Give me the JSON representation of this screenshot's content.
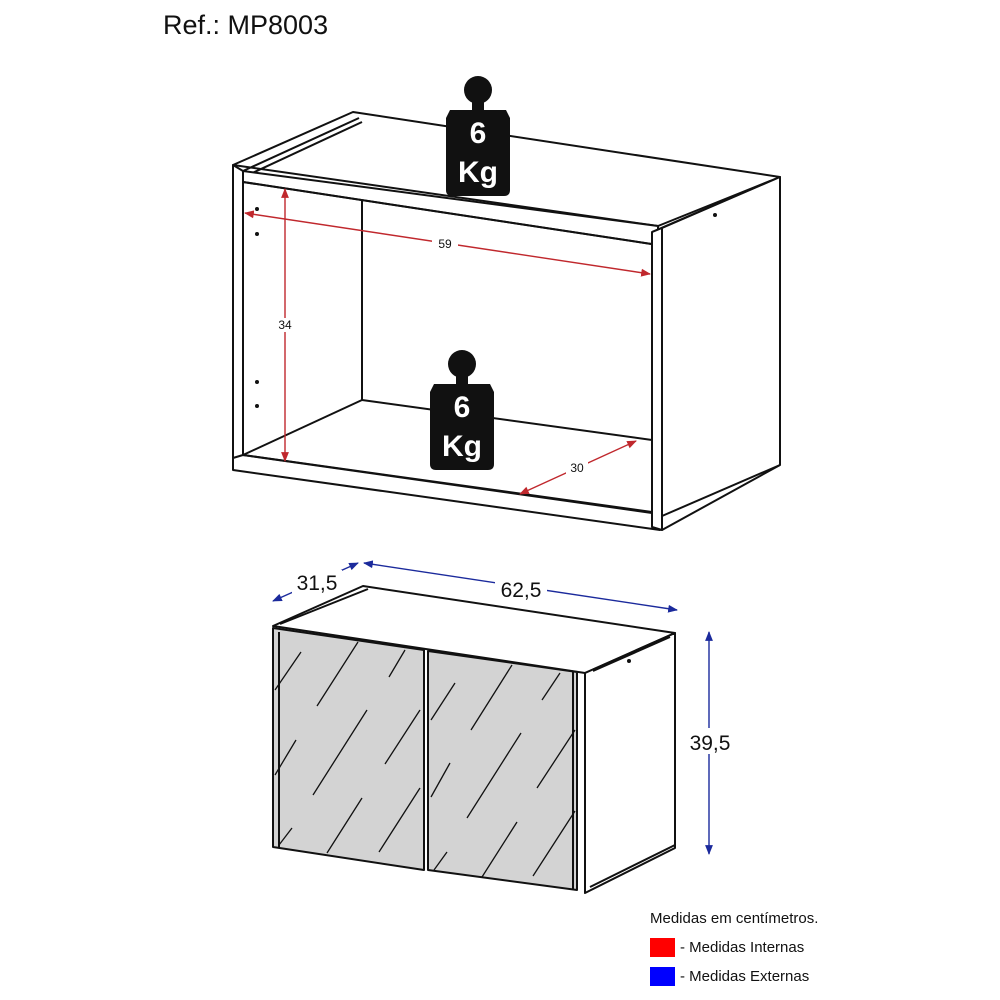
{
  "header": {
    "reference": "Ref.: MP8003"
  },
  "top_view": {
    "description": "Open cabinet interior view",
    "weights": [
      {
        "value": "6",
        "unit": "Kg",
        "position": "top shelf"
      },
      {
        "value": "6",
        "unit": "Kg",
        "position": "bottom shelf"
      }
    ],
    "internal_dimensions": {
      "width": "59",
      "height": "34",
      "depth": "30"
    }
  },
  "bottom_view": {
    "description": "Closed cabinet with two mirrored/glass doors",
    "external_dimensions": {
      "depth": "31,5",
      "width": "62,5",
      "height": "39,5"
    }
  },
  "legend": {
    "title": "Medidas em centímetros.",
    "items": [
      {
        "label": "- Medidas Internas",
        "color": "#ff0000"
      },
      {
        "label": "- Medidas Externas",
        "color": "#0000ff"
      }
    ]
  },
  "colors": {
    "internal_dim": "#c0282d",
    "external_dim": "#1b2a9c",
    "door_glass": "#d3d3d3",
    "line": "#111111"
  }
}
